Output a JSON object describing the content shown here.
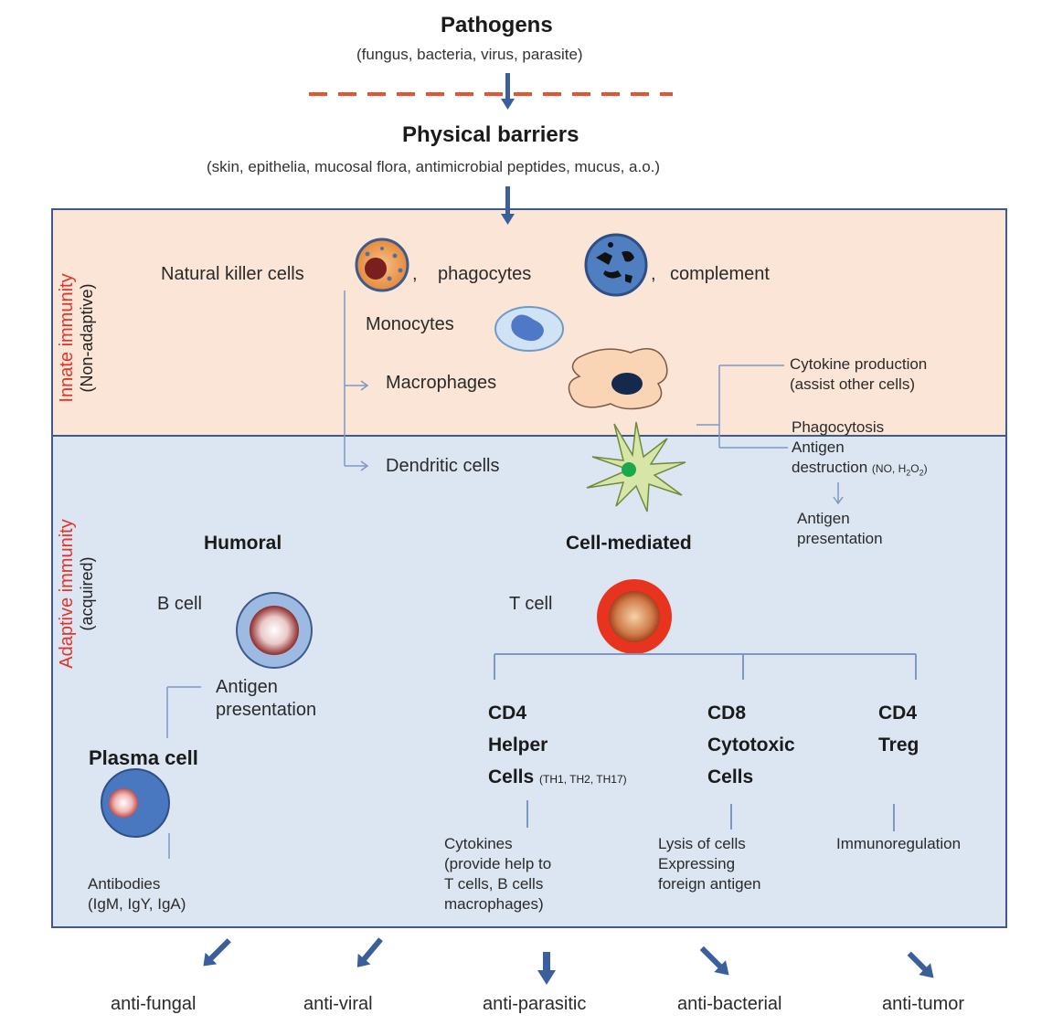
{
  "header": {
    "pathogens_title": "Pathogens",
    "pathogens_sub": "(fungus, bacteria, virus, parasite)",
    "barriers_title": "Physical barriers",
    "barriers_sub": "(skin, epithelia, mucosal flora, antimicrobial peptides, mucus, a.o.)"
  },
  "innate": {
    "side_title": "Innate immunity",
    "side_sub": "(Non-adaptive)",
    "nk_cells": "Natural killer cells",
    "comma": ",",
    "phagocytes": "phagocytes",
    "complement": "complement",
    "monocytes": "Monocytes",
    "macrophages": "Macrophages",
    "cytokine_line1": "Cytokine production",
    "cytokine_line2": "(assist other cells)",
    "phagocytosis": "Phagocytosis",
    "antigen_line1": "Antigen",
    "antigen_line2": "destruction",
    "antigen_line2_small_a": "(NO, H",
    "sub_2a": "2",
    "antigen_line2_small_b": "O",
    "sub_2b": "2",
    "antigen_line2_small_c": ")"
  },
  "adaptive": {
    "side_title": "Adaptive immunity",
    "side_sub": "(acquired)",
    "dendritic": "Dendritic cells",
    "antigen_pres_1": "Antigen",
    "antigen_pres_2": "presentation",
    "humoral": "Humoral",
    "cell_mediated": "Cell-mediated",
    "b_cell": "B cell",
    "t_cell": "T cell",
    "b_antigen_1": "Antigen",
    "b_antigen_2": "presentation",
    "plasma": "Plasma cell",
    "antibodies_1": "Antibodies",
    "antibodies_2": "(IgM, IgY, IgA)",
    "cd4h_1": "CD4",
    "cd4h_2": "Helper",
    "cd4h_3": "Cells",
    "cd4h_small": "(TH1, TH2, TH17)",
    "cd8_1": "CD8",
    "cd8_2": "Cytotoxic",
    "cd8_3": "Cells",
    "treg_1": "CD4",
    "treg_2": "Treg",
    "cytokines_1": "Cytokines",
    "cytokines_2": "(provide help to",
    "cytokines_3": "T cells, B cells",
    "cytokines_4": "macrophages)",
    "lysis_1": "Lysis of cells",
    "lysis_2": "Expressing",
    "lysis_3": "foreign antigen",
    "immunoreg": "Immunoregulation"
  },
  "outcomes": [
    "anti-fungal",
    "anti-viral",
    "anti-parasitic",
    "anti-bacterial",
    "anti-tumor"
  ],
  "colors": {
    "innate_bg": "#fbe5d6",
    "adaptive_bg": "#dce6f2",
    "border": "#3f5a8a",
    "arrow": "#3a5f9a",
    "dash": "#e8532b",
    "side_red": "#e0342b"
  }
}
